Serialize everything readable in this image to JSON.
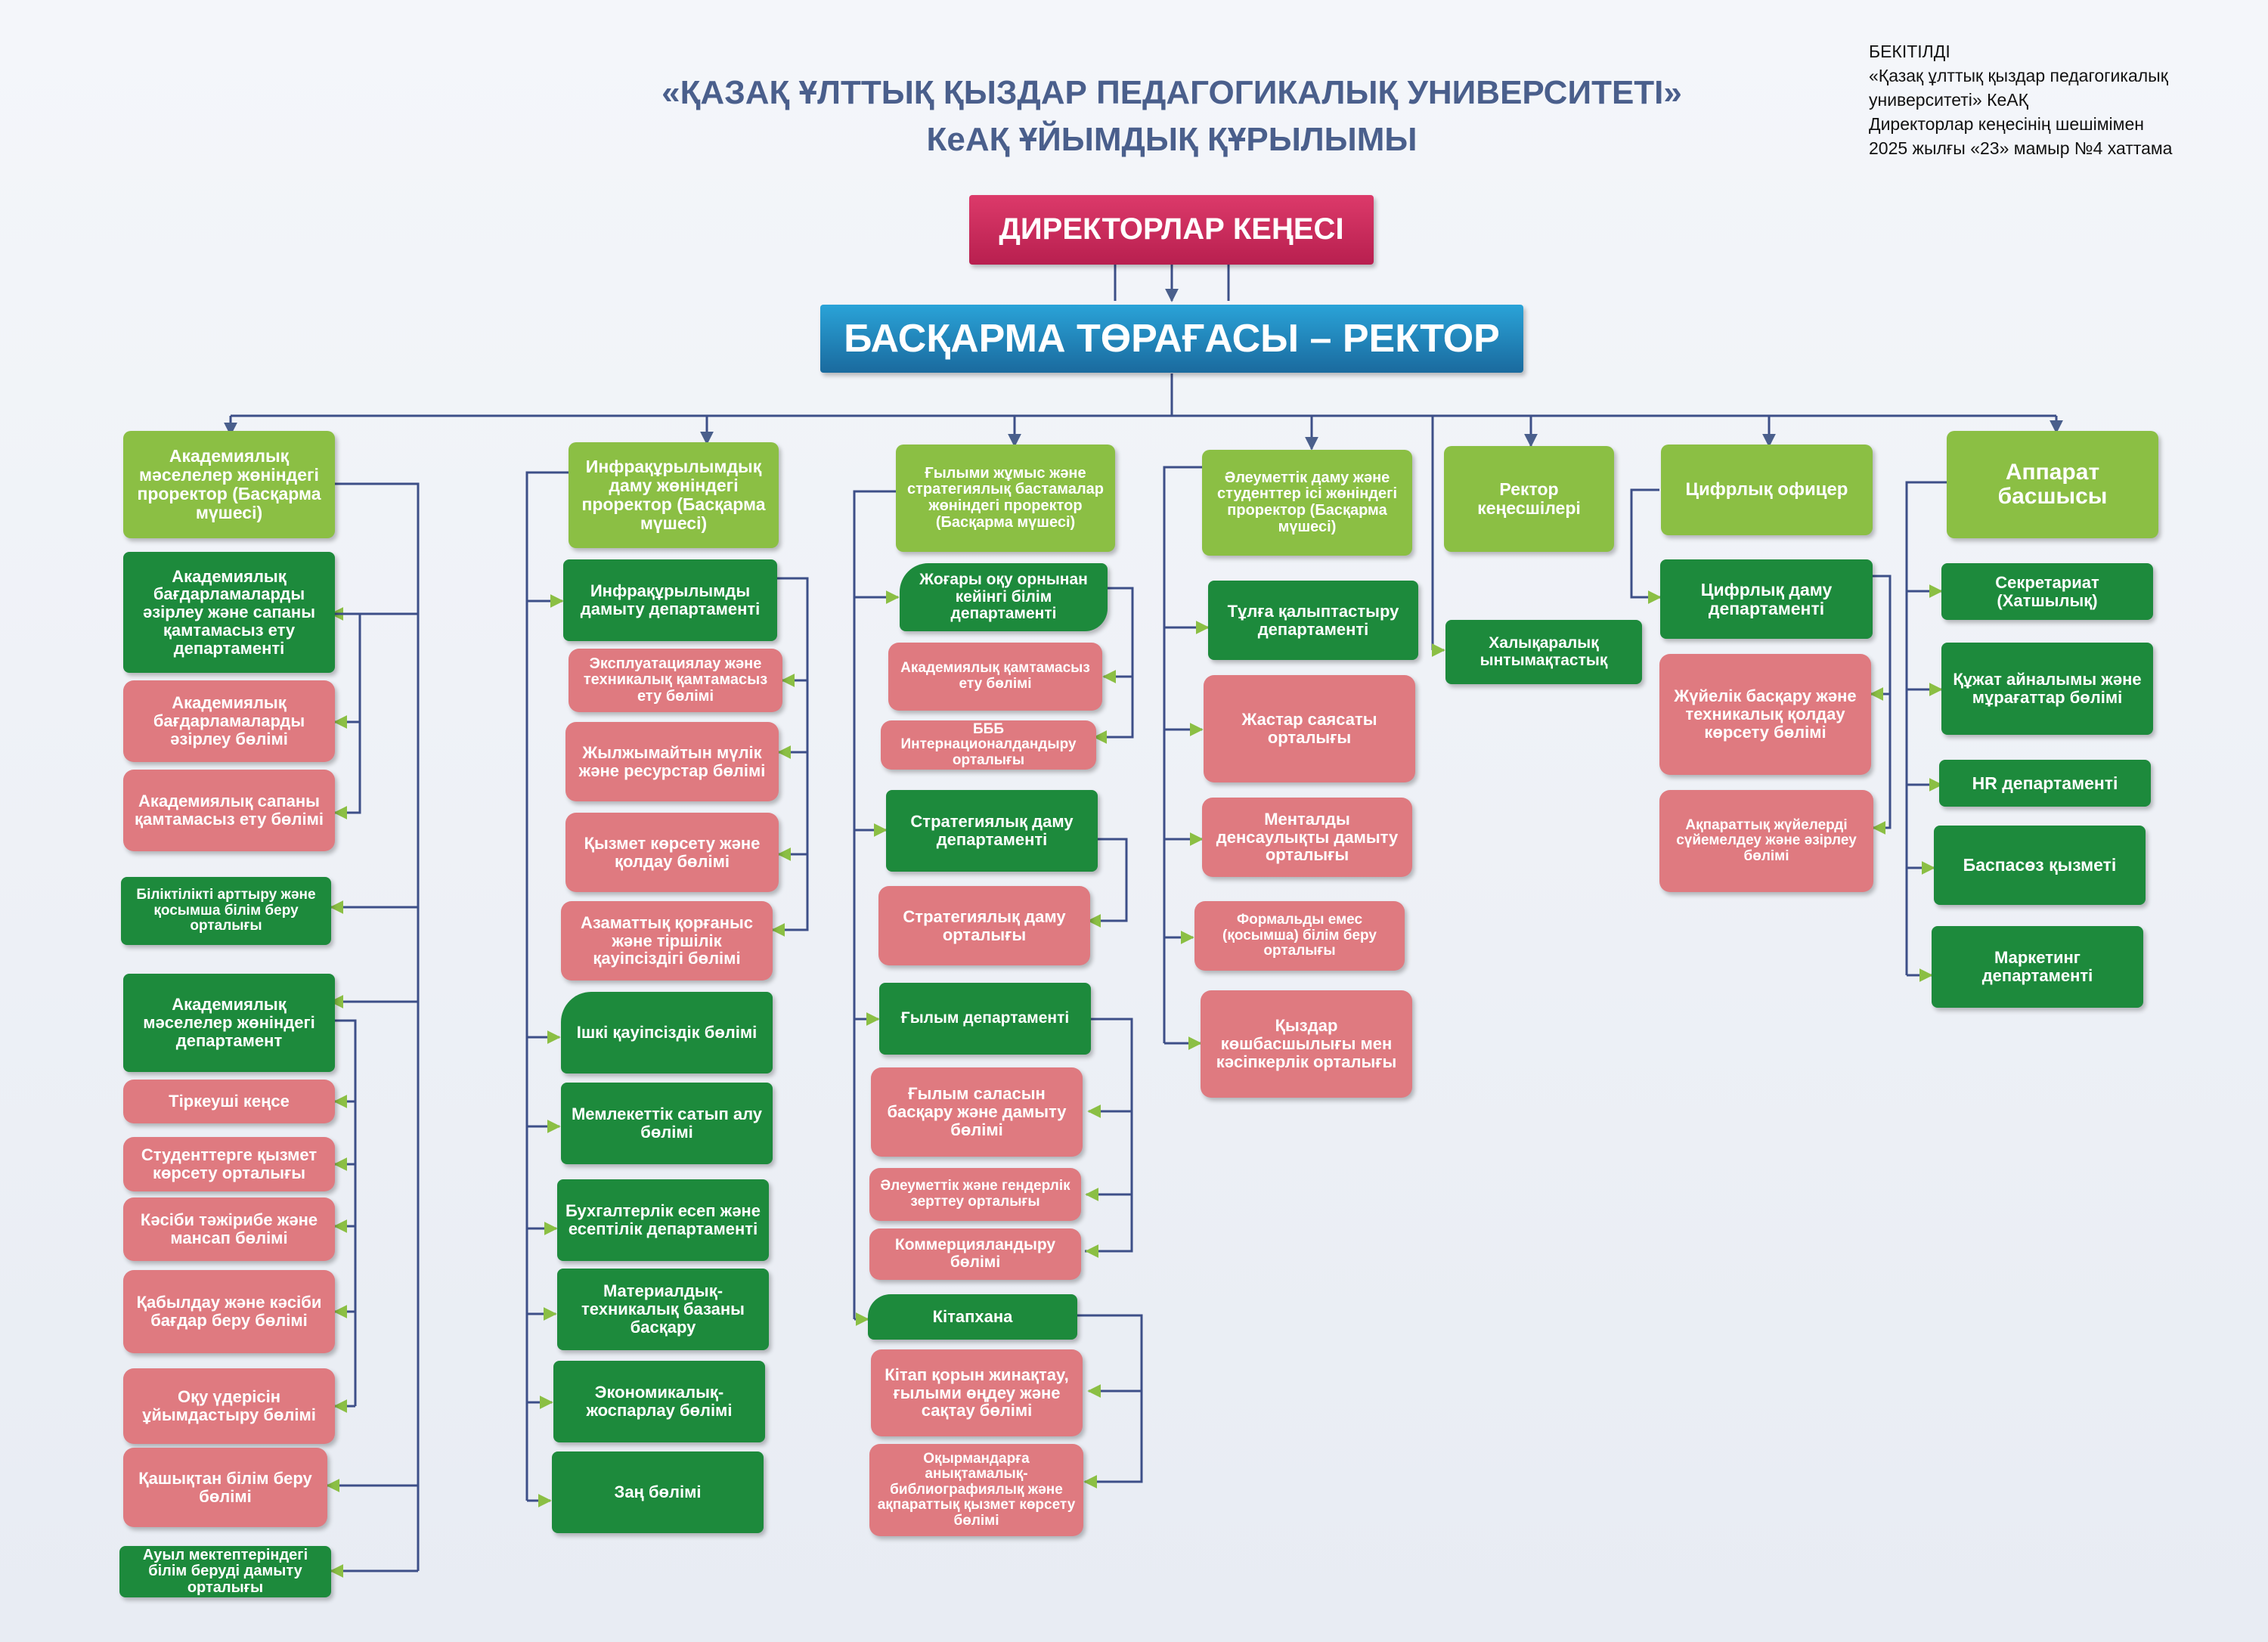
{
  "header": {
    "title_line1": "«ҚАЗАҚ ҰЛТТЫҚ ҚЫЗДАР ПЕДАГОГИКАЛЫҚ УНИВЕРСИТЕТІ»",
    "title_line2": "КеАҚ ҰЙЫМДЫҚ ҚҰРЫЛЫМЫ"
  },
  "approval": {
    "line1": "БЕКІТІЛДІ",
    "line2": "«Қазақ ұлттық қыздар педагогикалық",
    "line3": "университеті» КеАҚ",
    "line4": "Директорлар кеңесінің шешімімен",
    "line5": "2025 жылғы «23» мамыр №4 хаттама"
  },
  "top": {
    "board": "ДИРЕКТОРЛАР КЕҢЕСІ",
    "rector": "БАСҚАРМА ТӨРАҒАСЫ – РЕКТОР"
  },
  "col1": {
    "head": "Академиялық мәселелер жөніндегі проректор (Басқарма мүшесі)",
    "items": [
      "Академиялық бағдарламаларды әзірлеу және сапаны қамтамасыз ету департаменті",
      "Академиялық бағдарламаларды әзірлеу бөлімі",
      "Академиялық сапаны қамтамасыз ету бөлімі",
      "Біліктілікті арттыру және қосымша білім беру орталығы",
      "Академиялық мәселелер жөніндегі департамент",
      "Тіркеуші кеңсе",
      "Студенттерге қызмет көрсету орталығы",
      "Кәсіби тәжірибе және мансап бөлімі",
      "Қабылдау және кәсіби бағдар беру бөлімі",
      "Оқу үдерісін ұйымдастыру бөлімі",
      "Қашықтан білім беру бөлімі",
      "Ауыл мектептеріндегі білім беруді дамыту орталығы"
    ]
  },
  "col2": {
    "head": "Инфрақұрылымдық даму жөніндегі проректор (Басқарма мүшесі)",
    "items": [
      "Инфрақұрылымды дамыту департаменті",
      "Эксплуатациялау және техникалық қамтамасыз ету бөлімі",
      "Жылжымайтын мүлік және ресурстар бөлімі",
      "Қызмет көрсету және қолдау бөлімі",
      "Азаматтық қорғаныс және тіршілік қауіпсіздігі бөлімі",
      "Ішкі қауіпсіздік бөлімі",
      "Мемлекеттік сатып алу бөлімі",
      "Бухгалтерлік есеп және есептілік департаменті",
      "Материалдық-техникалық базаны басқару",
      "Экономикалық-жоспарлау бөлімі",
      "Заң бөлімі"
    ]
  },
  "col3": {
    "head": "Ғылыми жұмыс және стратегиялық бастамалар жөніндегі проректор (Басқарма мүшесі)",
    "items": [
      "Жоғары оқу орнынан кейінгі білім департаменті",
      "Академиялық қамтамасыз ету бөлімі",
      "БББ Интернационалдандыру орталығы",
      "Стратегиялық даму департаменті",
      "Стратегиялық даму орталығы",
      "Ғылым департаменті",
      "Ғылым саласын басқару және дамыту бөлімі",
      "Әлеуметтік және гендерлік зерттеу орталығы",
      "Коммерцияландыру бөлімі",
      "Кітапхана",
      "Кітап қорын жинақтау, ғылыми өңдеу және сақтау бөлімі",
      "Оқырмандарға анықтамалық-библиографиялық және ақпараттық қызмет көрсету бөлімі"
    ]
  },
  "col4": {
    "head": "Әлеуметтік даму және студенттер ісі жөніндегі проректор (Басқарма мүшесі)",
    "items": [
      "Тұлға қалыптастыру департаменті",
      "Жастар саясаты орталығы",
      "Менталды денсаулықты дамыту орталығы",
      "Формальды емес (қосымша) білім беру орталығы",
      "Қыздар көшбасшылығы мен кәсіпкерлік орталығы"
    ]
  },
  "col5": {
    "head": "Ректор кеңесшілері",
    "items": [
      "Халықаралық ынтымақтастық"
    ]
  },
  "col6": {
    "head": "Цифрлық офицер",
    "items": [
      "Цифрлық даму департаменті",
      "Жүйелік басқару және техникалық қолдау көрсету бөлімі",
      "Ақпараттық жүйелерді сүйемелдеу және әзірлеу бөлімі"
    ]
  },
  "col7": {
    "head": "Аппарат басшысы",
    "items": [
      "Секретариат (Хатшылық)",
      "Құжат айналымы және мұрағаттар бөлімі",
      "HR департаменті",
      "Баспасөз қызметі",
      "Маркетинг департаменті"
    ]
  },
  "colors": {
    "olive": "#8bbf44",
    "green": "#1d8a3c",
    "pink": "#df7a80",
    "line": "#3d4f88",
    "arrow": "#8bbf44",
    "board": "#c8285a",
    "rector": "#1f7fb8"
  }
}
